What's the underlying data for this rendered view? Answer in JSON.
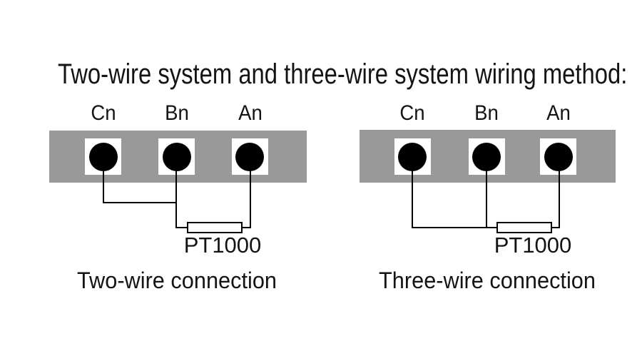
{
  "title": "Two-wire system and three-wire system wiring method:",
  "diagrams": {
    "left": {
      "terminals": [
        "Cn",
        "Bn",
        "An"
      ],
      "component_label": "PT1000",
      "caption": "Two-wire connection"
    },
    "right": {
      "terminals": [
        "Cn",
        "Bn",
        "An"
      ],
      "component_label": "PT1000",
      "caption": "Three-wire connection"
    }
  },
  "colors": {
    "background": "#ffffff",
    "terminal_block": "#999999",
    "terminal_socket": "#ffffff",
    "terminal_dot": "#000000",
    "wire": "#000000",
    "text": "#141414"
  }
}
